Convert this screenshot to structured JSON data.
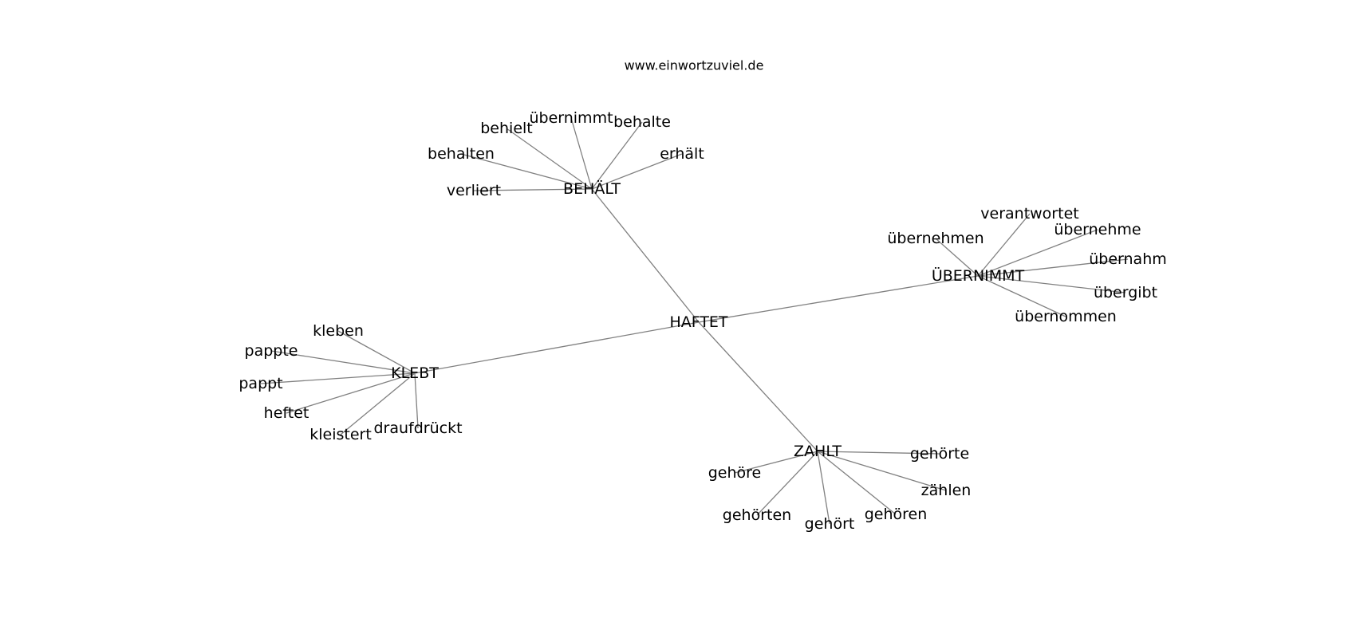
{
  "title": "www.einwortzuviel.de",
  "center": "HAFTET",
  "clusters": [
    {
      "hub": "BEHÄLT",
      "leaves": [
        "verliert",
        "behalten",
        "behielt",
        "übernimmt",
        "behalte",
        "erhält"
      ]
    },
    {
      "hub": "ÜBERNIMMT",
      "leaves": [
        "übernehmen",
        "verantwortet",
        "übernehme",
        "übernahm",
        "übergibt",
        "übernommen"
      ]
    },
    {
      "hub": "KLEBT",
      "leaves": [
        "kleben",
        "pappte",
        "pappt",
        "heftet",
        "kleistert",
        "draufdrückt"
      ]
    },
    {
      "hub": "ZAHLT",
      "leaves": [
        "gehöre",
        "gehörten",
        "gehört",
        "gehören",
        "zählen",
        "gehörte"
      ]
    }
  ],
  "colors": {
    "edge": "#808080",
    "text": "#000000",
    "background": "#ffffff"
  }
}
